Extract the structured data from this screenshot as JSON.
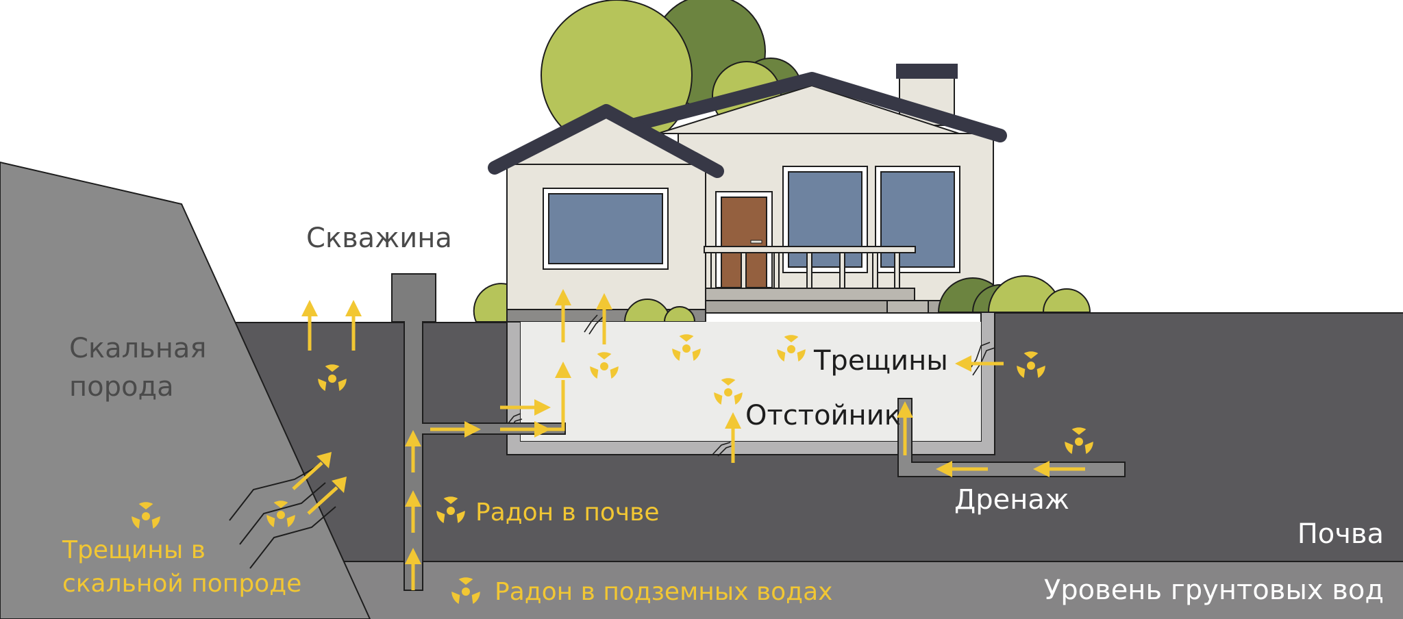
{
  "labels": {
    "well": "Скважина",
    "bedrock_line1": "Скальная",
    "bedrock_line2": "порода",
    "cracks": "Трещины",
    "sump": "Отстойник",
    "drainage": "Дренаж",
    "soil": "Почва",
    "radon_soil": "Радон в почве",
    "radon_groundwater": "Радон в подземных водах",
    "bedrock_cracks_line1": "Трещины в",
    "bedrock_cracks_line2": "скальной попроде",
    "groundwater_level": "Уровень грунтовых вод"
  },
  "colors": {
    "radon_yellow": "#f2c733",
    "rock": "#8a8a8a",
    "soil": "#5a595c",
    "groundwater": "#868586",
    "roof": "#373846",
    "wall": "#e8e5dc",
    "window": "#6e83a0",
    "door": "#94603f",
    "tree_light": "#b6c45a",
    "tree_dark": "#6c8440",
    "text_dark": "#4a4a4a",
    "text_white": "#ffffff"
  },
  "icons": {
    "radon": "radiation-icon",
    "flow": "arrow-icon"
  }
}
